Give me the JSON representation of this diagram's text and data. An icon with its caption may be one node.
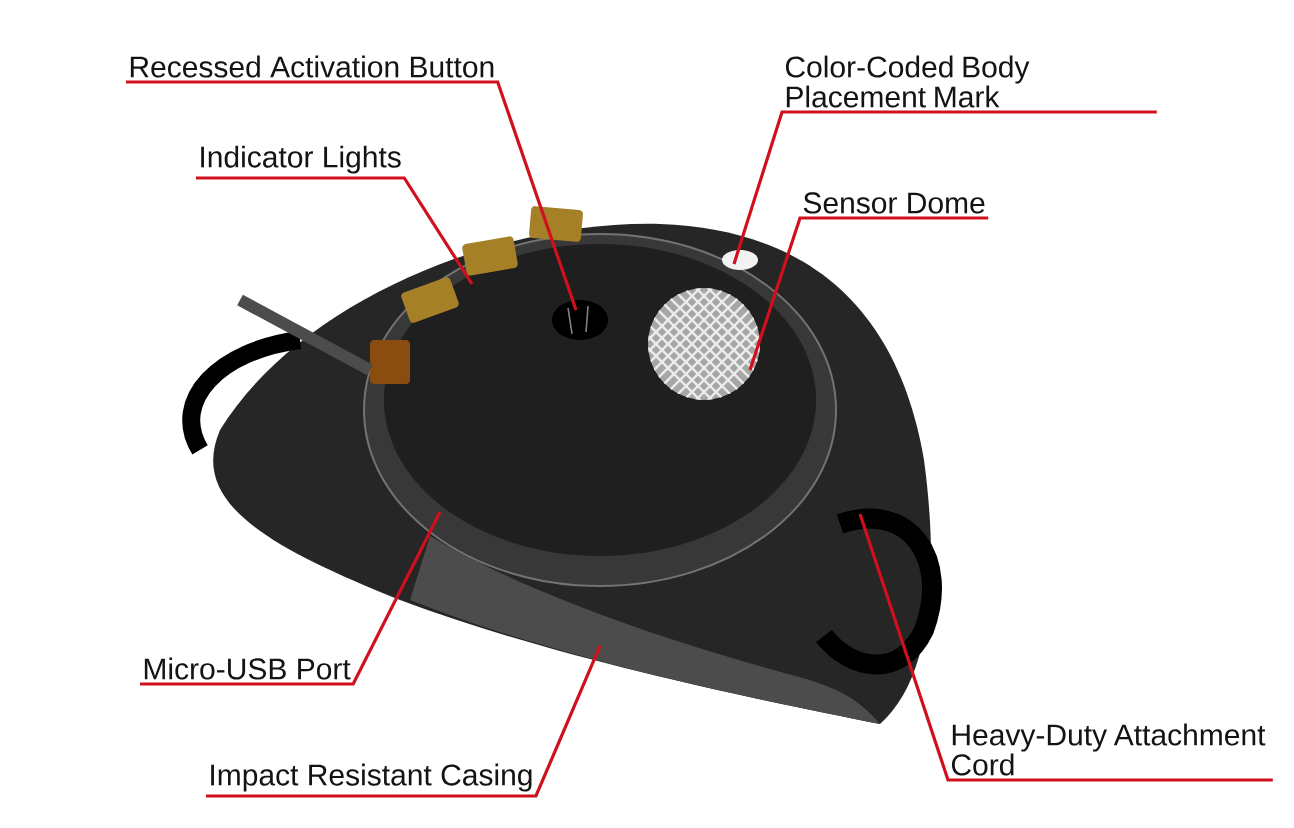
{
  "diagram": {
    "nodes": [
      {
        "text": [
          "Color-Coded Body Placement Mark"
        ]
      },
      {
        "text": [
          "Recessed Activation Button"
        ]
      },
      {
        "text": [
          "Indicator Lights"
        ]
      },
      {
        "text": [
          "Sensor Dome"
        ]
      },
      {
        "text": [
          "Micro-USB Port"
        ]
      },
      {
        "text": [
          "Heavy-Duty Attachment Cord"
        ]
      },
      {
        "text": [
          "Impact Resistant Casing"
        ]
      }
    ],
    "edges": [
      {
        "from": 0,
        "to": null,
        "arrow": "none"
      },
      {
        "from": 1,
        "to": null,
        "arrow": "none"
      },
      {
        "from": 2,
        "to": null,
        "arrow": "none"
      },
      {
        "from": 3,
        "to": null,
        "arrow": "none"
      },
      {
        "from": 4,
        "to": null,
        "arrow": "none"
      },
      {
        "from": 5,
        "to": null,
        "arrow": "none"
      },
      {
        "from": 6,
        "to": null,
        "arrow": "none"
      }
    ]
  }
}
